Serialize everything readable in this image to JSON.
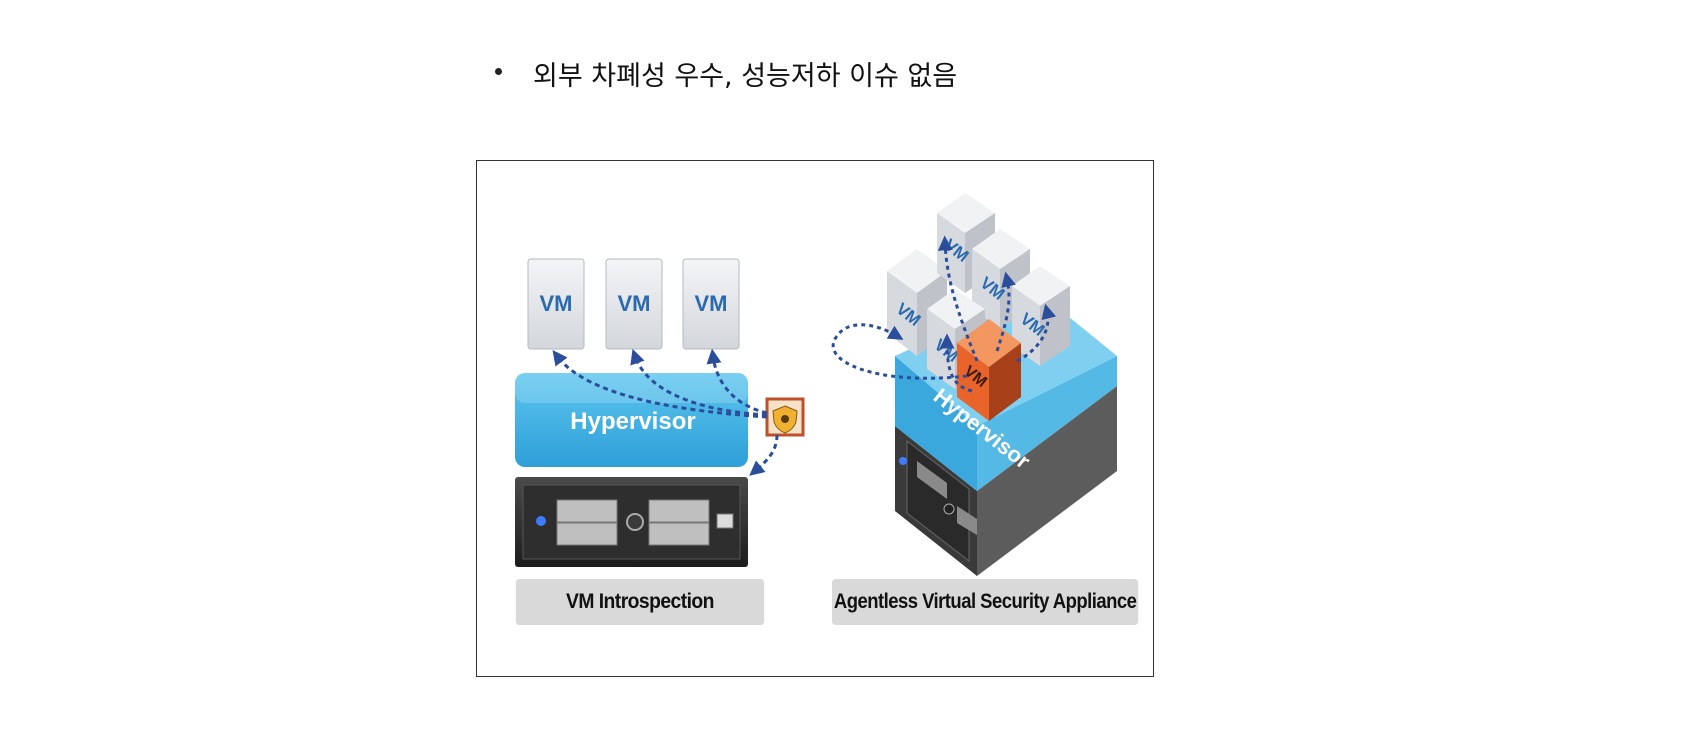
{
  "bullet": {
    "text": "외부 차폐성 우수, 성능저하 이슈 없음"
  },
  "left_panel": {
    "vm_labels": [
      "VM",
      "VM",
      "VM"
    ],
    "hypervisor_label": "Hypervisor",
    "caption": "VM Introspection"
  },
  "right_panel": {
    "vm_labels": [
      "VM",
      "VM",
      "VM",
      "VM",
      "VM"
    ],
    "security_vm_label": "VM",
    "hypervisor_label": "Hypervisor",
    "caption": "Agentless Virtual Security Appliance"
  },
  "colors": {
    "hypervisor_blue": "#3fb0e3",
    "arrow_blue": "#2a4d9c",
    "vm_box": "#e6e8ec",
    "security_orange": "#e8642a",
    "caption_gray": "#d9d9d9"
  }
}
